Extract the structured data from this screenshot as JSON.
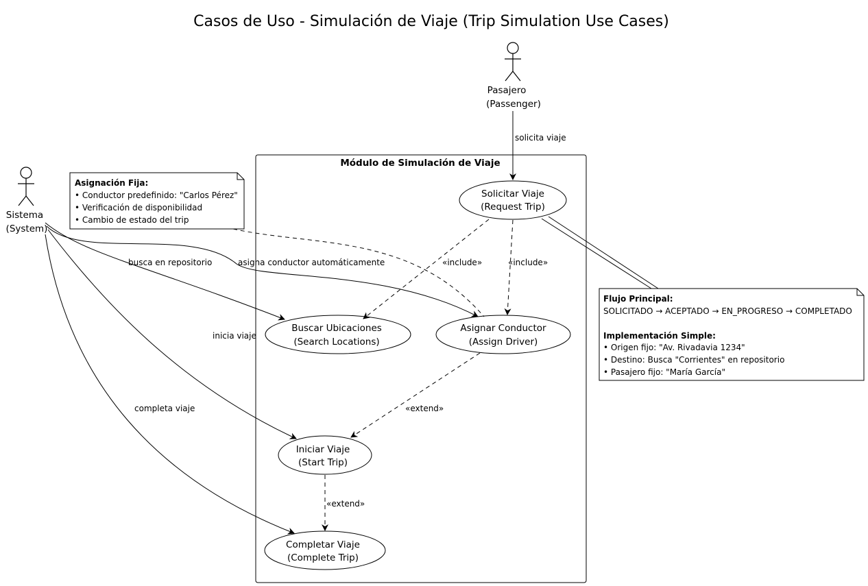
{
  "diagram": {
    "title": "Casos de Uso - Simulación de Viaje (Trip Simulation Use Cases)",
    "actors": {
      "passenger": {
        "line1": "Pasajero",
        "line2": "(Passenger)"
      },
      "system": {
        "line1": "Sistema",
        "line2": "(System)"
      }
    },
    "system_boundary": {
      "label": "Módulo de Simulación de Viaje"
    },
    "use_cases": {
      "request_trip": {
        "line1": "Solicitar Viaje",
        "line2": "(Request Trip)"
      },
      "search_locations": {
        "line1": "Buscar Ubicaciones",
        "line2": "(Search Locations)"
      },
      "assign_driver": {
        "line1": "Asignar Conductor",
        "line2": "(Assign Driver)"
      },
      "start_trip": {
        "line1": "Iniciar Viaje",
        "line2": "(Start Trip)"
      },
      "complete_trip": {
        "line1": "Completar Viaje",
        "line2": "(Complete Trip)"
      }
    },
    "relations": {
      "passenger_request": "solicita viaje",
      "include_search": "«include»",
      "include_assign": "«include»",
      "extend_start": "«extend»",
      "extend_complete": "«extend»",
      "system_search": "busca en repositorio",
      "system_assign": "asigna conductor automáticamente",
      "system_start": "inicia viaje",
      "system_complete": "completa viaje"
    },
    "notes": {
      "assignment": {
        "title": "Asignación Fija:",
        "lines": [
          "• Conductor predefinido: \"Carlos Pérez\"",
          "• Verificación de disponibilidad",
          "• Cambio de estado del trip"
        ]
      },
      "flow": {
        "title": "Flujo Principal:",
        "flow_line": "SOLICITADO → ACEPTADO → EN_PROGRESO → COMPLETADO",
        "impl_title": "Implementación Simple:",
        "lines": [
          "• Origen fijo: \"Av. Rivadavia 1234\"",
          "• Destino: Busca \"Corrientes\" en repositorio",
          "• Pasajero fijo: \"María García\""
        ]
      }
    },
    "colors": {
      "stroke": "#000000",
      "background": "#ffffff",
      "note_fill": "#ffffff"
    }
  }
}
